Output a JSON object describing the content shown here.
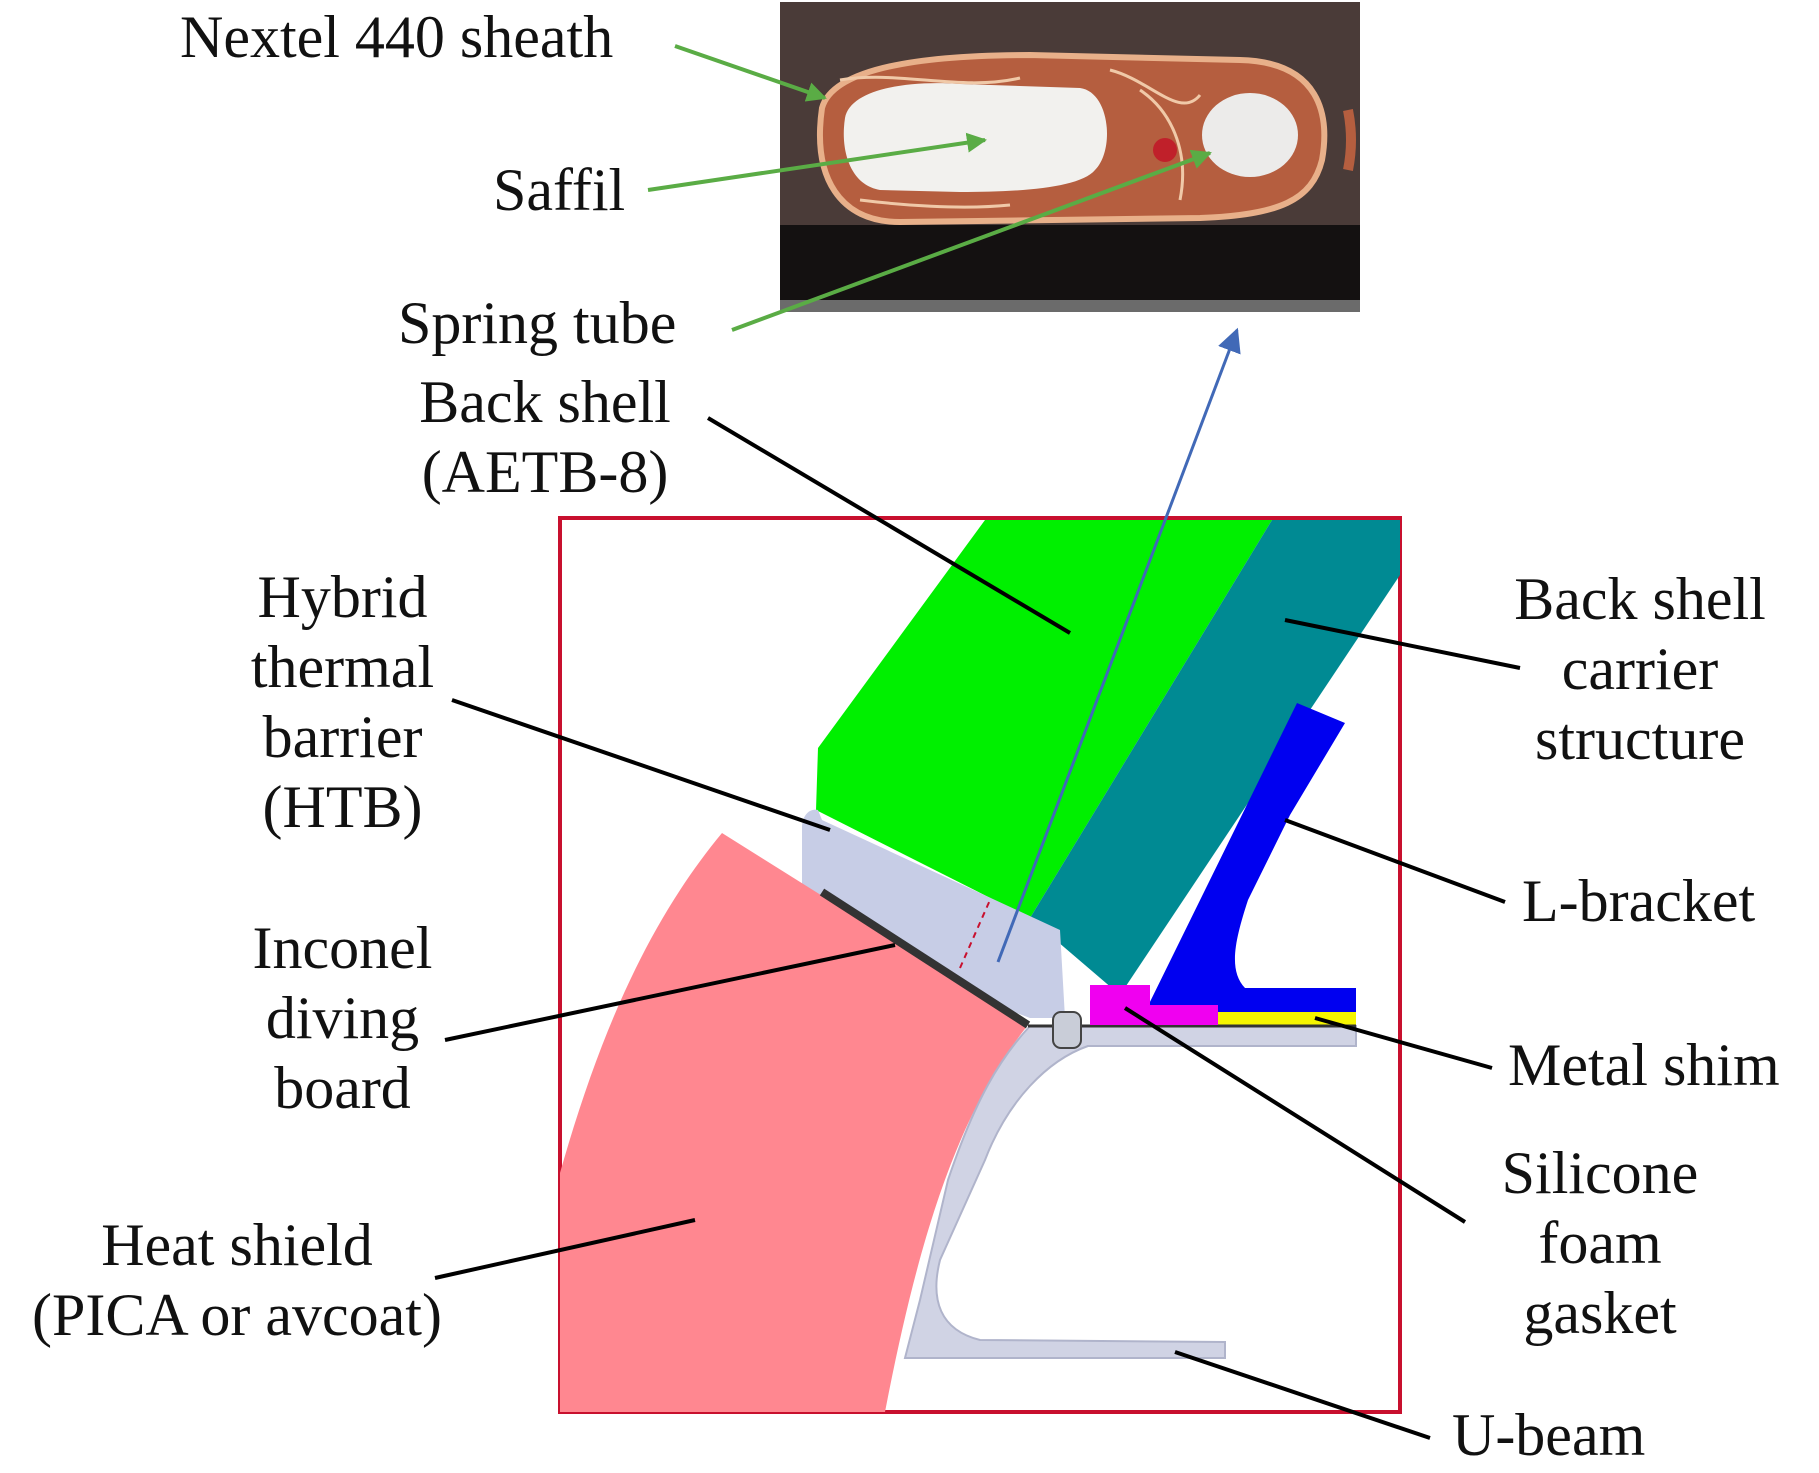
{
  "labels": {
    "nextel": "Nextel 440 sheath",
    "saffil": "Saffil",
    "spring_tube": "Spring tube",
    "back_shell": [
      "Back shell",
      "(AETB-8)"
    ],
    "htb": [
      "Hybrid",
      "thermal",
      "barrier",
      "(HTB)"
    ],
    "inconel": [
      "Inconel",
      "diving",
      "board"
    ],
    "heat_shield": [
      "Heat shield",
      "(PICA or avcoat)"
    ],
    "carrier": [
      "Back shell",
      "carrier",
      "structure"
    ],
    "l_bracket": "L-bracket",
    "metal_shim": "Metal shim",
    "gasket": [
      "Silicone",
      "foam",
      "gasket"
    ],
    "u_beam": "U-beam"
  },
  "colors": {
    "frame": "#c8102e",
    "back_shell": "#00f000",
    "carrier": "#008a93",
    "l_bracket": "#0000f0",
    "htb": "#c7cde6",
    "heat_shield": "#ff8790",
    "u_beam": "#d0d3e4",
    "gasket": "#f000f0",
    "metal_shim": "#f5f500",
    "green_arrow": "#5aac45",
    "blue_arrow": "#4169b7"
  }
}
